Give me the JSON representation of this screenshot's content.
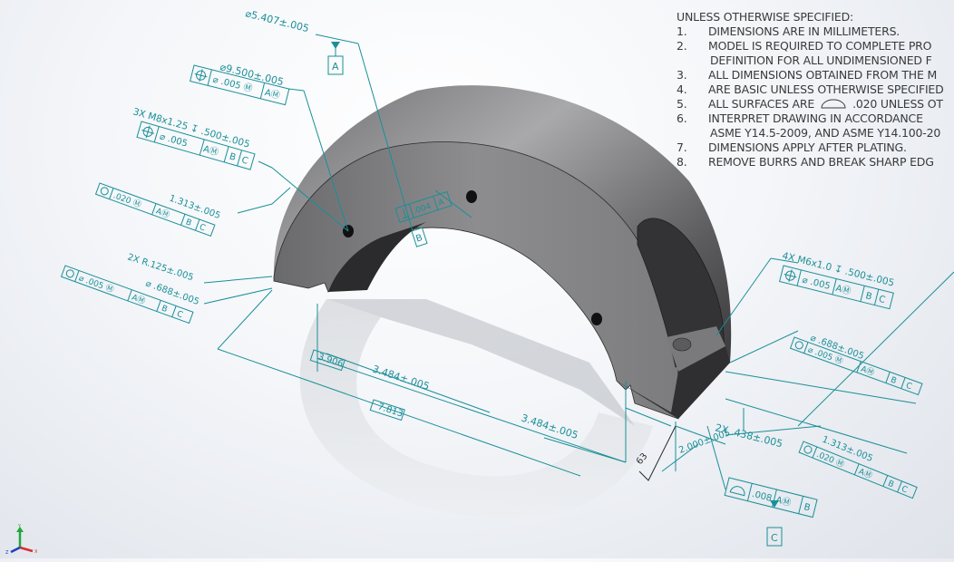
{
  "notes": {
    "header": "UNLESS OTHERWISE SPECIFIED:",
    "items": [
      {
        "num": "1.",
        "text": "DIMENSIONS ARE IN MILLIMETERS."
      },
      {
        "num": "2.",
        "text": "MODEL IS REQUIRED TO COMPLETE PRO",
        "cont": "DEFINITION FOR ALL UNDIMENSIONED F"
      },
      {
        "num": "3.",
        "text": "ALL DIMENSIONS OBTAINED FROM THE M"
      },
      {
        "num": "4.",
        "text": "ARE BASIC UNLESS OTHERWISE SPECIFIED"
      },
      {
        "num": "5.",
        "text": "ALL SURFACES ARE",
        "symbol": "profile-of-surface",
        "after": ".020 UNLESS OT"
      },
      {
        "num": "6.",
        "text": "INTERPRET DRAWING IN ACCORDANCE",
        "cont": "ASME Y14.5-2009, AND ASME Y14.100-20"
      },
      {
        "num": "7.",
        "text": "DIMENSIONS APPLY AFTER PLATING."
      },
      {
        "num": "8.",
        "text": "REMOVE BURRS AND BREAK SHARP EDG"
      }
    ]
  },
  "annotations": {
    "dia_5407": "⌀5.407±.005",
    "datum_a": "A",
    "dia_9500": "⌀9.500±.005",
    "fcf_9500": {
      "symbol": "position",
      "zone": "⌀ .005 Ⓜ",
      "datums": [
        "AⓂ"
      ]
    },
    "m8_callout": "3X M8x1.25 ↧ .500±.005",
    "fcf_m8": {
      "symbol": "position",
      "zone": "⌀ .005",
      "datums": [
        "AⓂ",
        "B",
        "C"
      ]
    },
    "dim_1313_left": "1.313±.005",
    "fcf_1313_left": {
      "symbol": "position",
      "zone": ".020 Ⓜ",
      "datums": [
        "AⓂ",
        "B",
        "C"
      ]
    },
    "radius_125": "2X R.125±.005",
    "dim_688_left": "⌀ .688±.005",
    "fcf_688_left": {
      "symbol": "position",
      "zone": "⌀ .005 Ⓜ",
      "datums": [
        "AⓂ",
        "B",
        "C"
      ]
    },
    "perp_fcf": {
      "symbol": "perpendicularity",
      "zone": ".004",
      "datums": [
        "A"
      ]
    },
    "datum_b": "B",
    "m6_callout": "4X M6x1.0 ↧ .500±.005",
    "fcf_m6": {
      "symbol": "position",
      "zone": "⌀ .005",
      "datums": [
        "AⓂ",
        "B",
        "C"
      ]
    },
    "dim_688_right": "⌀ .688±.005",
    "fcf_688_right": {
      "symbol": "position",
      "zone": "⌀ .005 Ⓜ",
      "datums": [
        "AⓂ",
        "B",
        "C"
      ]
    },
    "dim_3906": "3.906",
    "dim_3484_a": "3.484±.005",
    "dim_7813": "7.813",
    "dim_3484_b": "3.484±.005",
    "dim_2000": "2.000±.005",
    "dim_438": "2X .438±.005",
    "surface_finish": "63",
    "dim_1313_right": "1.313±.005",
    "fcf_1313_right": {
      "symbol": "position",
      "zone": ".020 Ⓜ",
      "datums": [
        "AⓂ",
        "B",
        "C"
      ]
    },
    "fcf_profile": {
      "symbol": "profile-of-surface",
      "zone": ".008",
      "datums": [
        "AⓂ",
        "B"
      ]
    },
    "datum_c": "C"
  },
  "triad": {
    "x": "X",
    "y": "Y",
    "z": "Z",
    "colors": {
      "x": "#d63030",
      "y": "#1fa83a",
      "z": "#2040c0"
    }
  },
  "colors": {
    "annotation": "#1a8f98",
    "model_dark": "#3a3a3c",
    "model_mid": "#8a8a8c",
    "background": "#eef1f5"
  }
}
